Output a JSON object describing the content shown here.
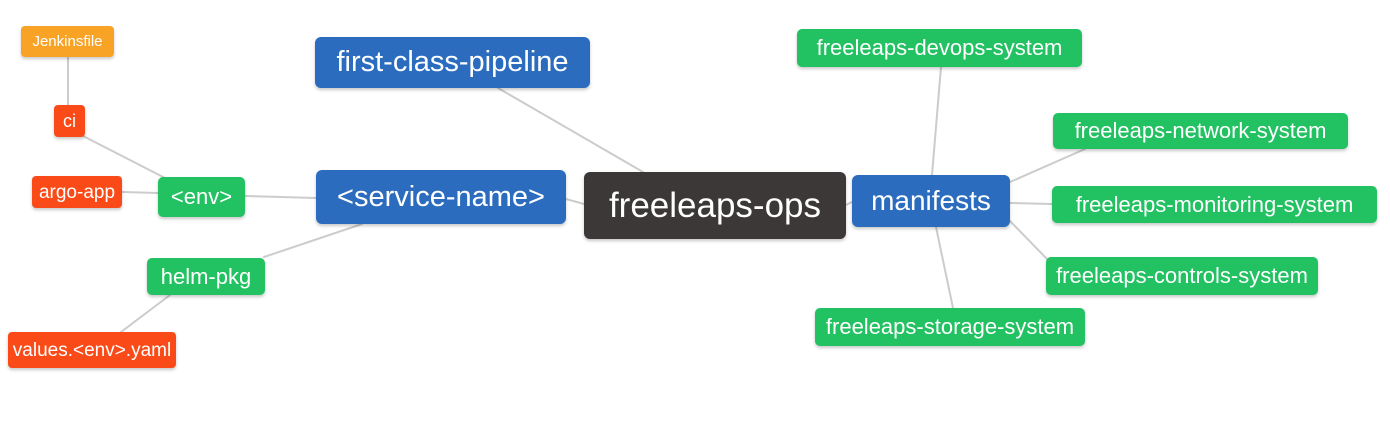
{
  "canvas": {
    "background": "#FFFFFF",
    "edge_color": "#CCCCCC"
  },
  "palette": {
    "root_dark": "#3B3837",
    "branch_blue": "#2B6CBF",
    "leaf_green": "#22C162",
    "leaf_red": "#F94A18",
    "leaf_amber": "#F9A326"
  },
  "nodes": {
    "freeleaps_ops": {
      "label": "freeleaps-ops",
      "color": "#3B3837",
      "role": "root"
    },
    "first_class_pipeline": {
      "label": "first-class-pipeline",
      "color": "#2B6CBF",
      "role": "branch"
    },
    "service_name": {
      "label": "<service-name>",
      "color": "#2B6CBF",
      "role": "branch"
    },
    "manifests": {
      "label": "manifests",
      "color": "#2B6CBF",
      "role": "branch"
    },
    "env": {
      "label": "<env>",
      "color": "#22C162",
      "role": "child"
    },
    "ci": {
      "label": "ci",
      "color": "#F94A18",
      "role": "child"
    },
    "jenkinsfile": {
      "label": "Jenkinsfile",
      "color": "#F9A326",
      "role": "child"
    },
    "argo_app": {
      "label": "argo-app",
      "color": "#F94A18",
      "role": "child"
    },
    "helm_pkg": {
      "label": "helm-pkg",
      "color": "#22C162",
      "role": "child"
    },
    "values_env_yaml": {
      "label": "values.<env>.yaml",
      "color": "#F94A18",
      "role": "child"
    },
    "devops_system": {
      "label": "freeleaps-devops-system",
      "color": "#22C162",
      "role": "child"
    },
    "network_system": {
      "label": "freeleaps-network-system",
      "color": "#22C162",
      "role": "child"
    },
    "monitoring_system": {
      "label": "freeleaps-monitoring-system",
      "color": "#22C162",
      "role": "child"
    },
    "controls_system": {
      "label": "freeleaps-controls-system",
      "color": "#22C162",
      "role": "child"
    },
    "storage_system": {
      "label": "freeleaps-storage-system",
      "color": "#22C162",
      "role": "child"
    }
  },
  "edges": [
    {
      "from": "jenkinsfile",
      "to": "ci"
    },
    {
      "from": "ci",
      "to": "env"
    },
    {
      "from": "argo_app",
      "to": "env"
    },
    {
      "from": "env",
      "to": "service_name"
    },
    {
      "from": "first_class_pipeline",
      "to": "freeleaps_ops"
    },
    {
      "from": "service_name",
      "to": "freeleaps_ops"
    },
    {
      "from": "freeleaps_ops",
      "to": "manifests"
    },
    {
      "from": "manifests",
      "to": "devops_system"
    },
    {
      "from": "manifests",
      "to": "network_system"
    },
    {
      "from": "manifests",
      "to": "monitoring_system"
    },
    {
      "from": "manifests",
      "to": "controls_system"
    },
    {
      "from": "manifests",
      "to": "storage_system"
    },
    {
      "from": "service_name",
      "to": "helm_pkg"
    },
    {
      "from": "helm_pkg",
      "to": "values_env_yaml"
    }
  ]
}
